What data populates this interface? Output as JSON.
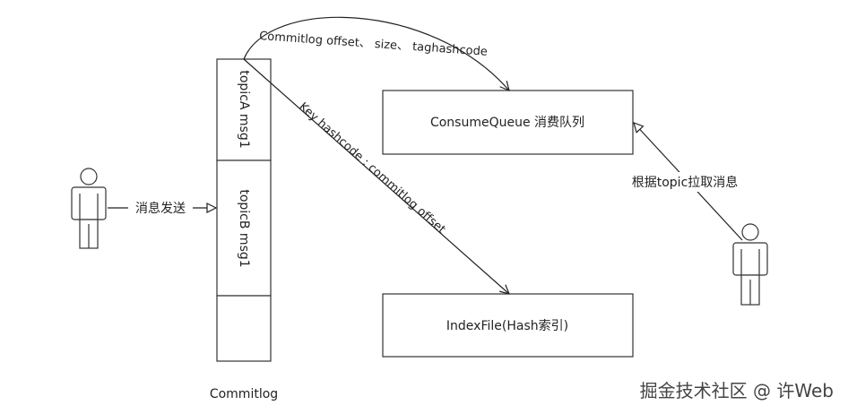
{
  "diagram": {
    "commitlog": {
      "label": "Commitlog",
      "cells": [
        "topicA msg1",
        "topicB msg1",
        ""
      ]
    },
    "consume_queue": {
      "label": "ConsumeQueue 消费队列"
    },
    "index_file": {
      "label": "IndexFile(Hash索引)"
    },
    "edges": {
      "to_consume_queue": "Commitlog offset、 size、 taghashcode",
      "to_index_file": "Key hashcode : commitlog offset",
      "producer_send": "消息发送",
      "consumer_pull": "根据topic拉取消息"
    }
  },
  "watermark": "掘金技术社区 @ 许Web"
}
